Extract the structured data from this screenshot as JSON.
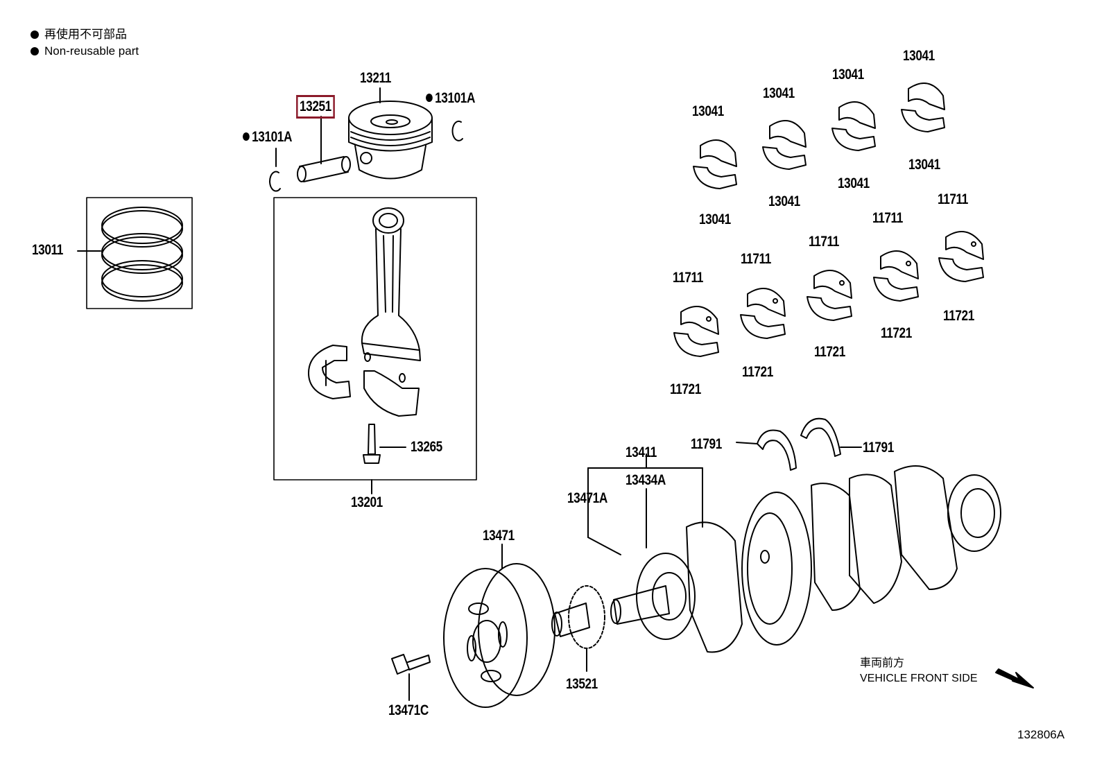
{
  "legend": {
    "line1": "再使用不可部品",
    "line2": "Non-reusable part"
  },
  "labels": {
    "p13211": "13211",
    "p13251": "13251",
    "p13101A_right": "13101A",
    "p13101A_left": "13101A",
    "p13011": "13011",
    "p13265": "13265",
    "p13201": "13201",
    "p13041": "13041",
    "p11711": "11711",
    "p11721": "11721",
    "p11791": "11791",
    "p13411": "13411",
    "p13434A": "13434A",
    "p13471A": "13471A",
    "p13471": "13471",
    "p13521": "13521",
    "p13471C": "13471C"
  },
  "front_side": {
    "jp": "車両前方",
    "en": "VEHICLE FRONT SIDE"
  },
  "diagram_code": "132806A",
  "colors": {
    "highlight": "#8b1a2a",
    "line": "#000000"
  }
}
